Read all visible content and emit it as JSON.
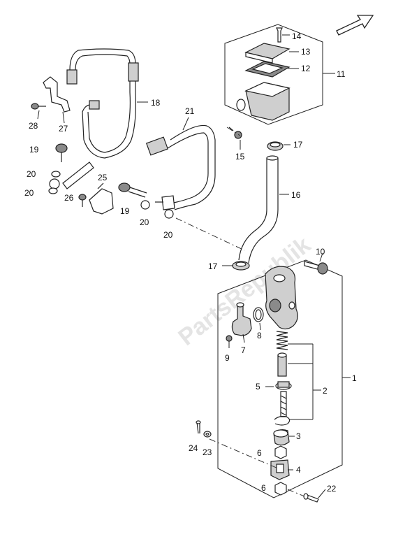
{
  "watermark": "PartsRepublik",
  "labels": {
    "p1": "1",
    "p2": "2",
    "p3": "3",
    "p4": "4",
    "p5": "5",
    "p6a": "6",
    "p6b": "6",
    "p7": "7",
    "p8": "8",
    "p9": "9",
    "p10": "10",
    "p11": "11",
    "p12": "12",
    "p13": "13",
    "p14": "14",
    "p15": "15",
    "p16": "16",
    "p17a": "17",
    "p17b": "17",
    "p18": "18",
    "p19a": "19",
    "p19b": "19",
    "p20a": "20",
    "p20b": "20",
    "p20c": "20",
    "p20d": "20",
    "p21": "21",
    "p22": "22",
    "p23": "23",
    "p24": "24",
    "p25": "25",
    "p26": "26",
    "p27": "27",
    "p28": "28"
  }
}
